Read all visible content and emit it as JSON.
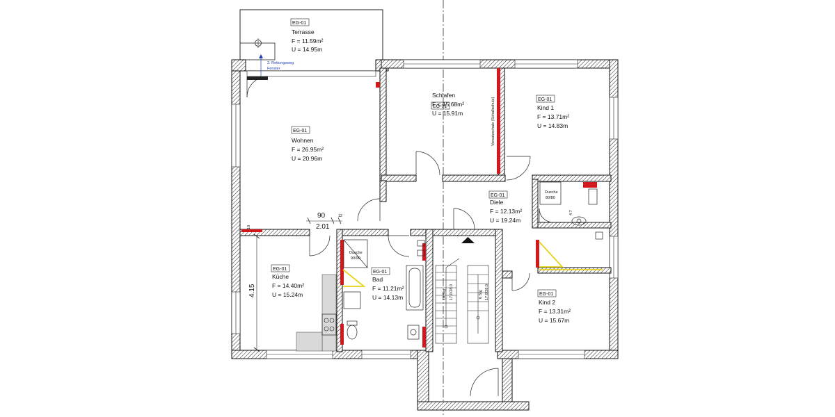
{
  "rooms": [
    {
      "id": "terrasse",
      "tag": "EG-01",
      "name": "Terrasse",
      "area": "F = 11.59m²",
      "perimeter": "U = 14.95m"
    },
    {
      "id": "schlafen",
      "tag": "EG-01",
      "name": "Schlafen",
      "area": "F = 15.68m²",
      "perimeter": "U = 15.91m"
    },
    {
      "id": "kind1",
      "tag": "EG-01",
      "name": "Kind 1",
      "area": "F = 13.71m²",
      "perimeter": "U = 14.83m"
    },
    {
      "id": "wohnen",
      "tag": "EG-01",
      "name": "Wohnen",
      "area": "F = 26.95m²",
      "perimeter": "U = 20.96m"
    },
    {
      "id": "diele",
      "tag": "EG-01",
      "name": "Diele",
      "area": "F = 12.13m²",
      "perimeter": "U = 19.24m"
    },
    {
      "id": "kueche",
      "tag": "EG-01",
      "name": "Küche",
      "area": "F = 14.40m²",
      "perimeter": "U = 15.24m"
    },
    {
      "id": "bad",
      "tag": "EG-01",
      "name": "Bad",
      "area": "F = 11.21m²",
      "perimeter": "U = 14.13m"
    },
    {
      "id": "kind2",
      "tag": "EG-01",
      "name": "Kind 2",
      "area": "F = 13.31m²",
      "perimeter": "U = 15.67m"
    }
  ],
  "annotations": {
    "rettungsweg": "2. Rettungsweg",
    "fenster": "Fenster",
    "vorsatzschale": "Vorsatzschale (Schallschutz)",
    "dusche_bad": "Dusche",
    "dusche_bad_size": "90/90",
    "dusche_wc": "Dusche",
    "dusche_wc_size": "80/80",
    "stair_left": "10 Stg",
    "stair_left_dim": "17.0/28.0",
    "stair_right": "6 Stg",
    "stair_right_dim": "17.0/28.0"
  },
  "dimensions": {
    "opening_width": "90",
    "wall_length": "2.01",
    "wall_thickness": "12",
    "small_thickness": "10",
    "kueche_height": "4.15",
    "wc_dim": "4.7"
  },
  "colors": {
    "wall_hatch": "#111111",
    "installation": "#d2181c",
    "sliding_wall": "#e8d21a",
    "annotation_blue": "#1f3fae"
  }
}
